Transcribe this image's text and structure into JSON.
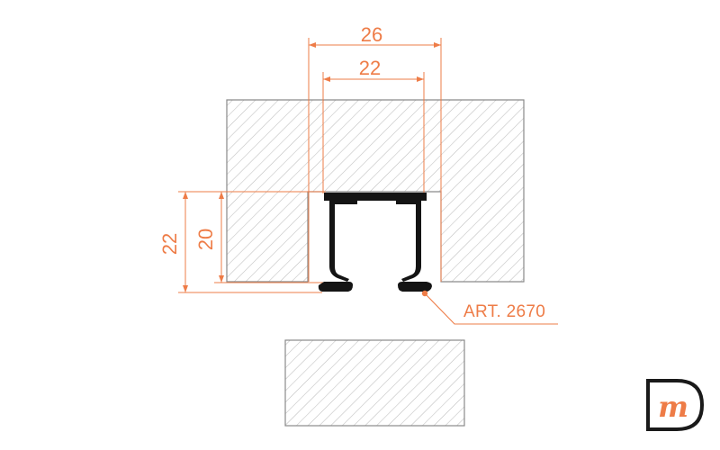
{
  "colors": {
    "accent": "#ee7c47",
    "profile": "#141414",
    "hatch": "#b9b9b9",
    "outline": "#8a8a8a",
    "logo_frame": "#1a1a1a"
  },
  "dimensions": {
    "outer_width": "26",
    "inner_width": "22",
    "outer_height": "22",
    "inner_height": "20"
  },
  "callout": {
    "label": "ART. 2670"
  },
  "logo": {
    "icon": "dm-monogram-icon",
    "letters": "m"
  }
}
